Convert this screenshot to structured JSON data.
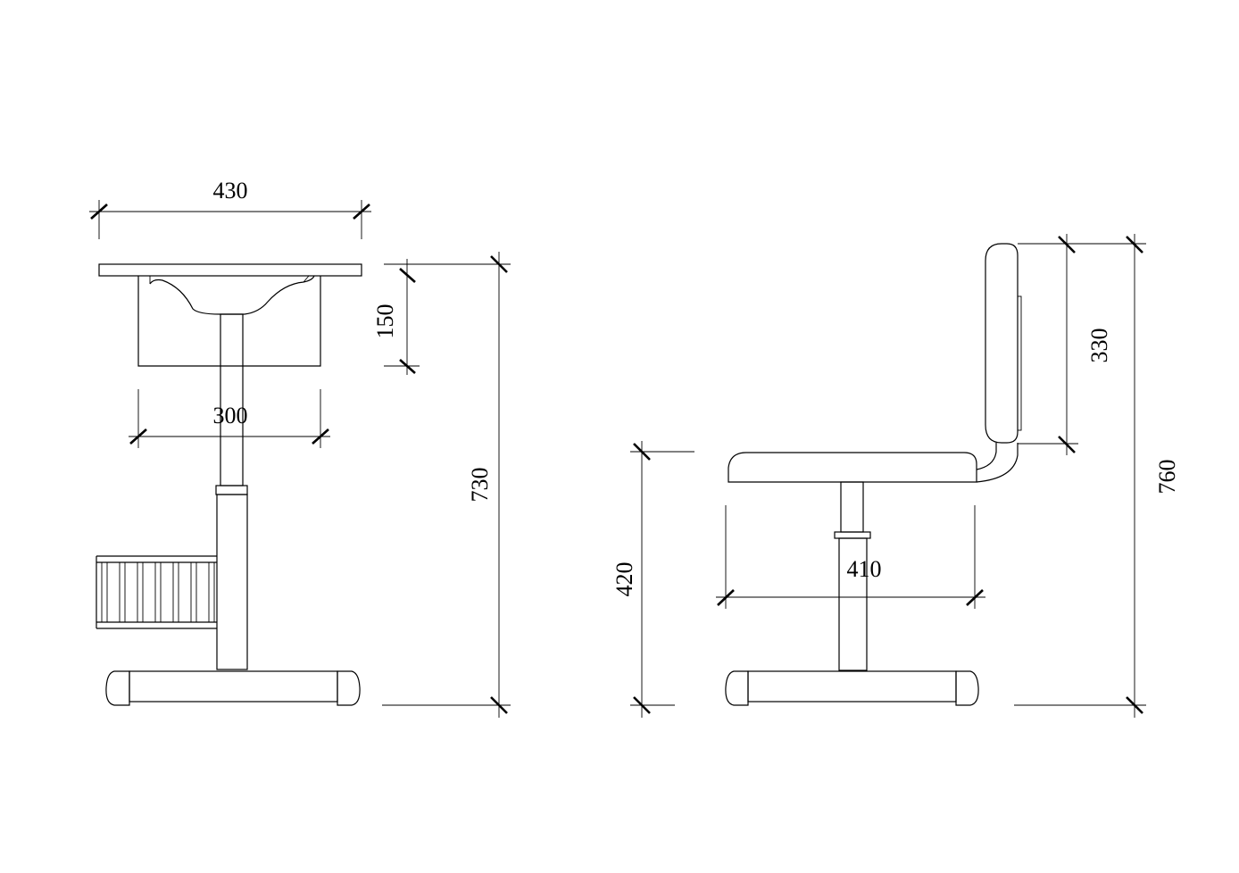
{
  "drawing": {
    "desk": {
      "width_label": "430",
      "drawer_depth_label": "150",
      "drawer_width_label": "300",
      "height_label": "730"
    },
    "chair": {
      "back_height_label": "330",
      "seat_height_label": "420",
      "seat_depth_label": "410",
      "height_label": "760"
    }
  }
}
